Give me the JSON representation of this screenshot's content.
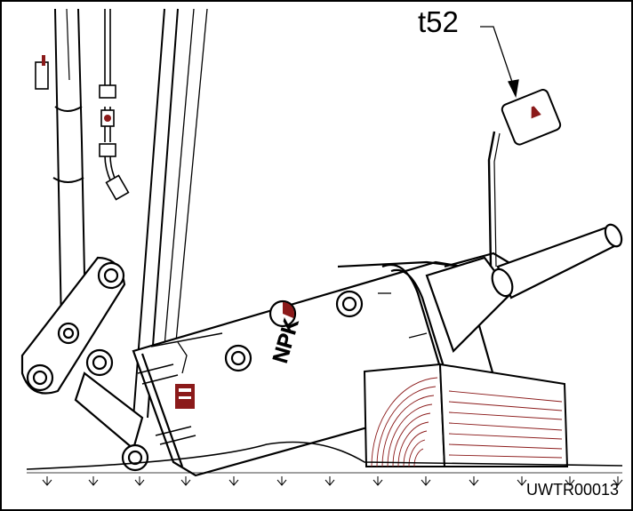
{
  "callout": {
    "label": "t52"
  },
  "figure": {
    "code": "UWTR00013"
  },
  "hammer": {
    "brand_text": "NPK"
  },
  "colors": {
    "line": "#000000",
    "accent": "#8b1a1a",
    "background": "#ffffff"
  },
  "icons": [
    "tool-icon",
    "arrow-down-icon"
  ]
}
